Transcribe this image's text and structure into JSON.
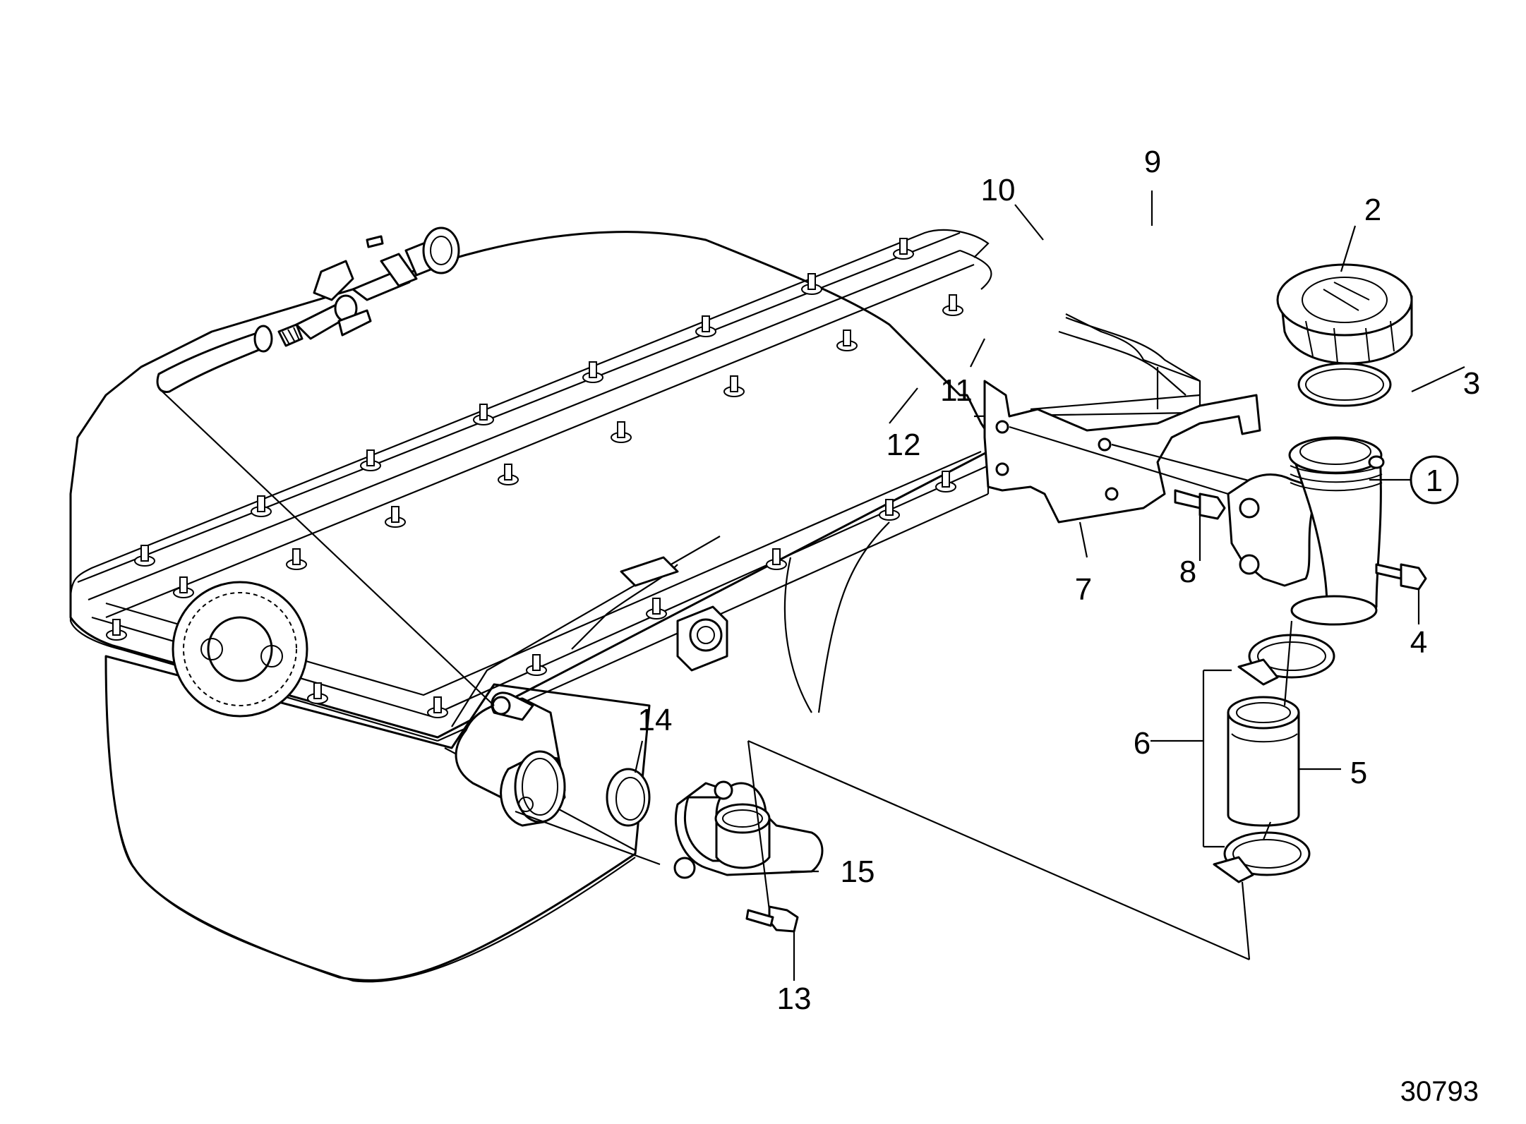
{
  "reference_number": "30793",
  "callouts": [
    {
      "id": "1",
      "label": "1",
      "circled": true
    },
    {
      "id": "2",
      "label": "2"
    },
    {
      "id": "3",
      "label": "3"
    },
    {
      "id": "4",
      "label": "4"
    },
    {
      "id": "5",
      "label": "5"
    },
    {
      "id": "6",
      "label": "6"
    },
    {
      "id": "7",
      "label": "7"
    },
    {
      "id": "8",
      "label": "8"
    },
    {
      "id": "9",
      "label": "9"
    },
    {
      "id": "10",
      "label": "10"
    },
    {
      "id": "11",
      "label": "11"
    },
    {
      "id": "12",
      "label": "12"
    },
    {
      "id": "13",
      "label": "13"
    },
    {
      "id": "14",
      "label": "14"
    },
    {
      "id": "15",
      "label": "15"
    }
  ]
}
